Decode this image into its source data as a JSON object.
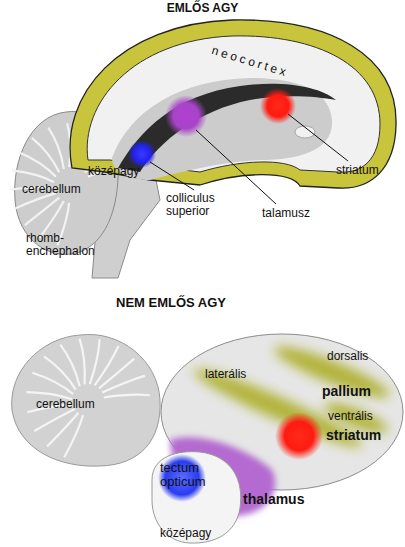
{
  "diagram": {
    "title": "EMLŐS AGY",
    "labels": [
      "neocortex",
      "cerebellum",
      "középagy",
      "striatum",
      "talamusz",
      "colliculus superior",
      "rhomb- enchephalon",
      "NEM EMLŐS AGY",
      "dorsalis",
      "laterális",
      "pallium",
      "ventrális",
      "striatum",
      "cerebellum",
      "tectum opticum",
      "thalamus",
      "középagy"
    ]
  }
}
